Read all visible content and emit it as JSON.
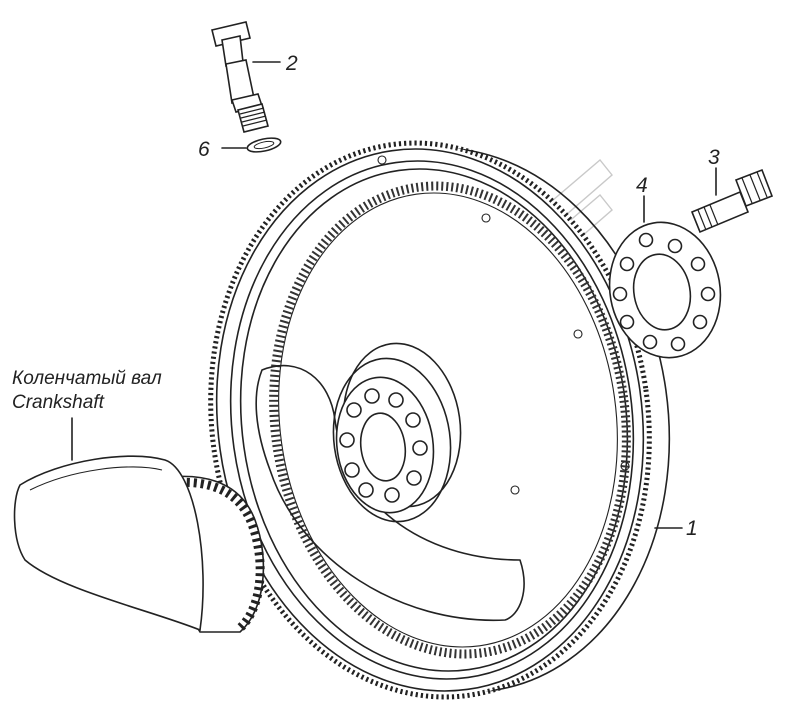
{
  "crankshaft": {
    "label_ru": "Коленчатый вал",
    "label_en": "Crankshaft"
  },
  "callouts": [
    "1",
    "2",
    "3",
    "4",
    "6"
  ]
}
